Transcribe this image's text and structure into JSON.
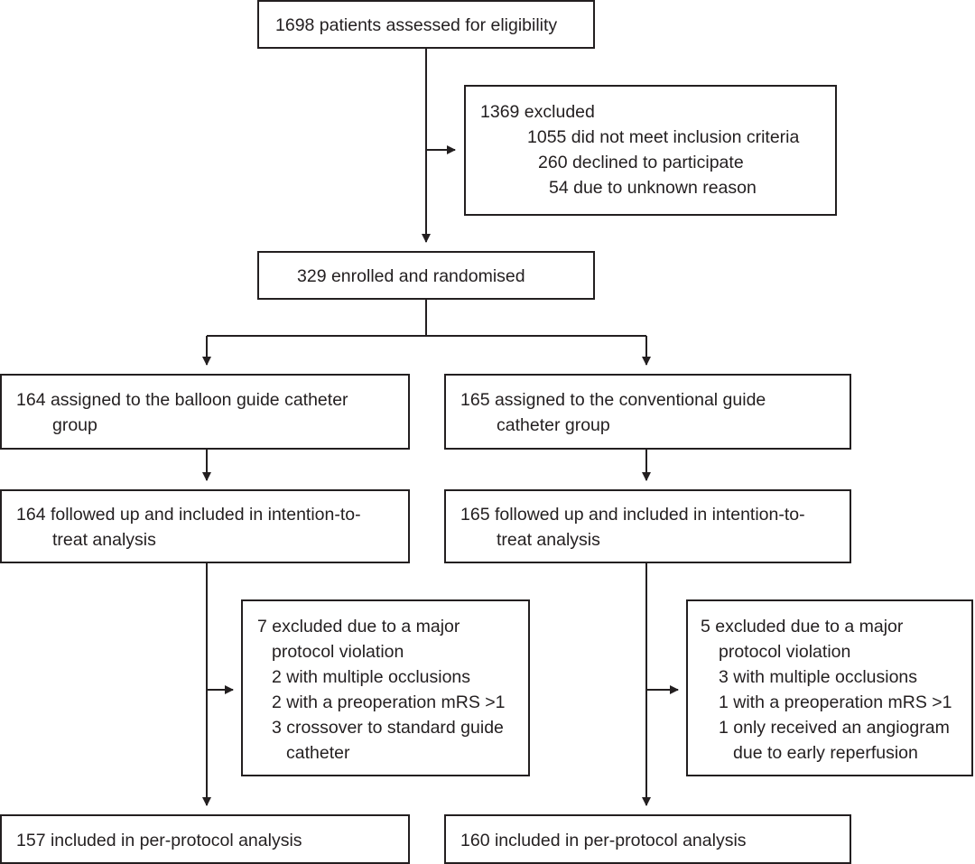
{
  "diagram": {
    "assessed": "1698 patients assessed for eligibility",
    "excluded": {
      "title": "1369 excluded",
      "reasons": [
        "1055 did not meet inclusion criteria",
        "260 declined to participate",
        "54 due to unknown reason"
      ]
    },
    "randomised": "329 enrolled and randomised",
    "left": {
      "assigned": [
        "164 assigned to the balloon guide catheter",
        "group"
      ],
      "followed": [
        "164 followed up and included in intention-to-",
        "treat analysis"
      ],
      "excluded": {
        "title": [
          "7 excluded due to a major",
          "protocol violation"
        ],
        "reasons": [
          "2 with multiple occlusions",
          "2 with a preoperation mRS >1",
          "3 crossover to standard guide",
          "catheter"
        ]
      },
      "per_protocol": "157 included in per-protocol analysis"
    },
    "right": {
      "assigned": [
        "165 assigned to the conventional guide",
        "catheter group"
      ],
      "followed": [
        "165 followed up and included in intention-to-",
        "treat analysis"
      ],
      "excluded": {
        "title": [
          "5 excluded due to a major",
          "protocol violation"
        ],
        "reasons": [
          "3 with multiple occlusions",
          "1 with a preoperation mRS >1",
          "1 only received an angiogram",
          "due to early reperfusion"
        ]
      },
      "per_protocol": "160 included in per-protocol analysis"
    }
  }
}
